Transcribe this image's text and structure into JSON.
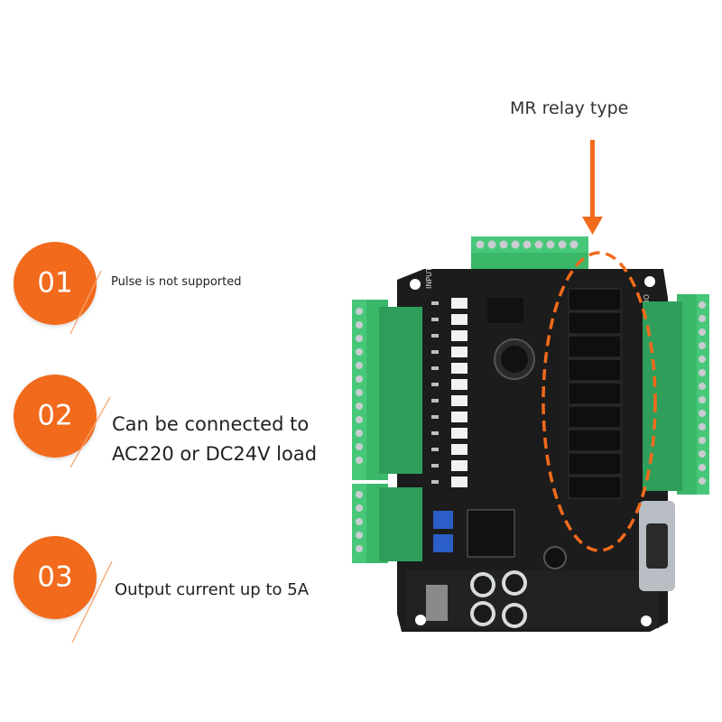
{
  "features": [
    {
      "number": "01",
      "text": "Pulse is not supported"
    },
    {
      "number": "02",
      "text_line1": "Can be connected to",
      "text_line2": "AC220 or DC24V load"
    },
    {
      "number": "03",
      "text": "Output current up to 5A"
    }
  ],
  "callout": {
    "label": "MR relay type"
  },
  "colors": {
    "accent_orange": "#f26a1b",
    "terminal_green": "#3bb76a",
    "board_black": "#1c1c1c",
    "relay_black": "#0f0f0f"
  },
  "board_silkscreen": {
    "input_label": "INPUT",
    "output_label": "OUTPUT"
  }
}
